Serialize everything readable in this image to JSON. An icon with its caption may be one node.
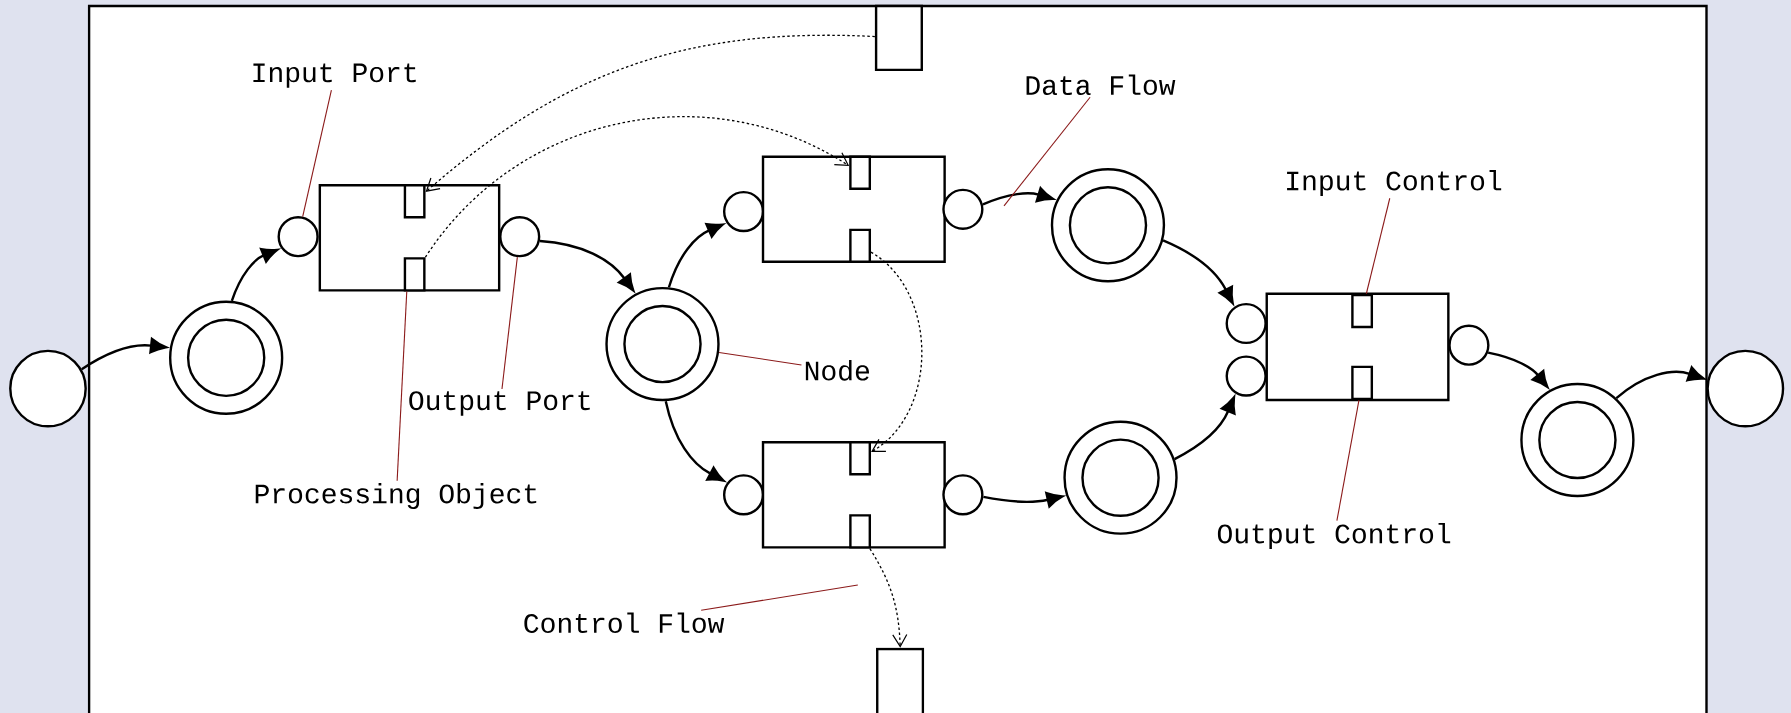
{
  "diagram": {
    "nodes": [
      {
        "text": [],
        "shape": "circle"
      },
      {
        "text": [],
        "shape": "circle"
      },
      {
        "text": [],
        "shape": "circle"
      },
      {
        "text": [],
        "shape": "box"
      },
      {
        "text": [],
        "shape": "box",
        "in": 3
      },
      {
        "text": [],
        "shape": "box",
        "in": 3
      },
      {
        "text": [],
        "shape": "circle"
      },
      {
        "text": [],
        "shape": "circle"
      },
      {
        "text": [],
        "shape": "box"
      },
      {
        "text": [],
        "shape": "circle"
      },
      {
        "text": [],
        "shape": "box"
      },
      {
        "text": [],
        "shape": "box",
        "in": 10
      },
      {
        "text": [],
        "shape": "box",
        "in": 10
      },
      {
        "text": [],
        "shape": "circle"
      },
      {
        "text": [],
        "shape": "circle"
      },
      {
        "text": [],
        "shape": "box"
      },
      {
        "text": [],
        "shape": "box",
        "in": 15
      },
      {
        "text": [],
        "shape": "box",
        "in": 15
      },
      {
        "text": [],
        "shape": "circle"
      },
      {
        "text": [],
        "shape": "circle"
      },
      {
        "text": [],
        "shape": "circle"
      },
      {
        "text": [],
        "shape": "circle"
      },
      {
        "text": [],
        "shape": "circle"
      },
      {
        "text": [],
        "shape": "box"
      },
      {
        "text": [],
        "shape": "box",
        "in": 23
      },
      {
        "text": [],
        "shape": "box",
        "in": 23
      },
      {
        "text": [],
        "shape": "circle"
      },
      {
        "text": [],
        "shape": "circle"
      },
      {
        "text": [],
        "shape": "circle"
      },
      {
        "text": [],
        "shape": "box"
      },
      {
        "text": [
          "Input Port"
        ]
      },
      {
        "text": [
          "Data Flow"
        ]
      },
      {
        "text": [
          "Input Control"
        ]
      },
      {
        "text": [
          "Node"
        ]
      },
      {
        "text": [
          "Output Port"
        ]
      },
      {
        "text": [
          "Processing Object"
        ]
      },
      {
        "text": [
          "Output Control"
        ]
      },
      {
        "text": [
          "Control Flow"
        ]
      }
    ],
    "edges": [
      {
        "from": 0,
        "to": 1,
        "arrow": "to"
      },
      {
        "from": 1,
        "to": 2,
        "arrow": "to"
      },
      {
        "from": 6,
        "to": 7,
        "arrow": "to"
      },
      {
        "from": 7,
        "to": 9,
        "arrow": "to"
      },
      {
        "from": 7,
        "to": 14,
        "arrow": "to"
      },
      {
        "from": 13,
        "to": 19,
        "arrow": "to"
      },
      {
        "from": 18,
        "to": 20,
        "arrow": "to"
      },
      {
        "from": 19,
        "to": 21,
        "arrow": "to"
      },
      {
        "from": 20,
        "to": 22,
        "arrow": "to"
      },
      {
        "from": 26,
        "to": 27,
        "arrow": "to"
      },
      {
        "from": 27,
        "to": 28,
        "arrow": "to"
      },
      {
        "from": 8,
        "to": 4,
        "arrow": "to",
        "style": "dashed"
      },
      {
        "from": 5,
        "to": 11,
        "arrow": "to",
        "style": "dashed"
      },
      {
        "from": 12,
        "to": 16,
        "arrow": "to",
        "style": "dashed"
      },
      {
        "from": 17,
        "to": 29,
        "arrow": "to",
        "style": "dashed"
      },
      {
        "from": 30,
        "to": 2,
        "arrow": "none",
        "color": "#8b1a1a"
      },
      {
        "from": 31,
        "to": null,
        "arrow": "none",
        "color": "#8b1a1a"
      },
      {
        "from": 32,
        "to": 24,
        "arrow": "none",
        "color": "#8b1a1a"
      },
      {
        "from": 33,
        "to": 7,
        "arrow": "none",
        "color": "#8b1a1a"
      },
      {
        "from": 34,
        "to": 6,
        "arrow": "none",
        "color": "#8b1a1a"
      },
      {
        "from": 35,
        "to": 3,
        "arrow": "none",
        "color": "#8b1a1a"
      },
      {
        "from": 36,
        "to": 25,
        "arrow": "none",
        "color": "#8b1a1a"
      },
      {
        "from": 37,
        "to": null,
        "arrow": "none",
        "color": "#8b1a1a"
      }
    ]
  }
}
